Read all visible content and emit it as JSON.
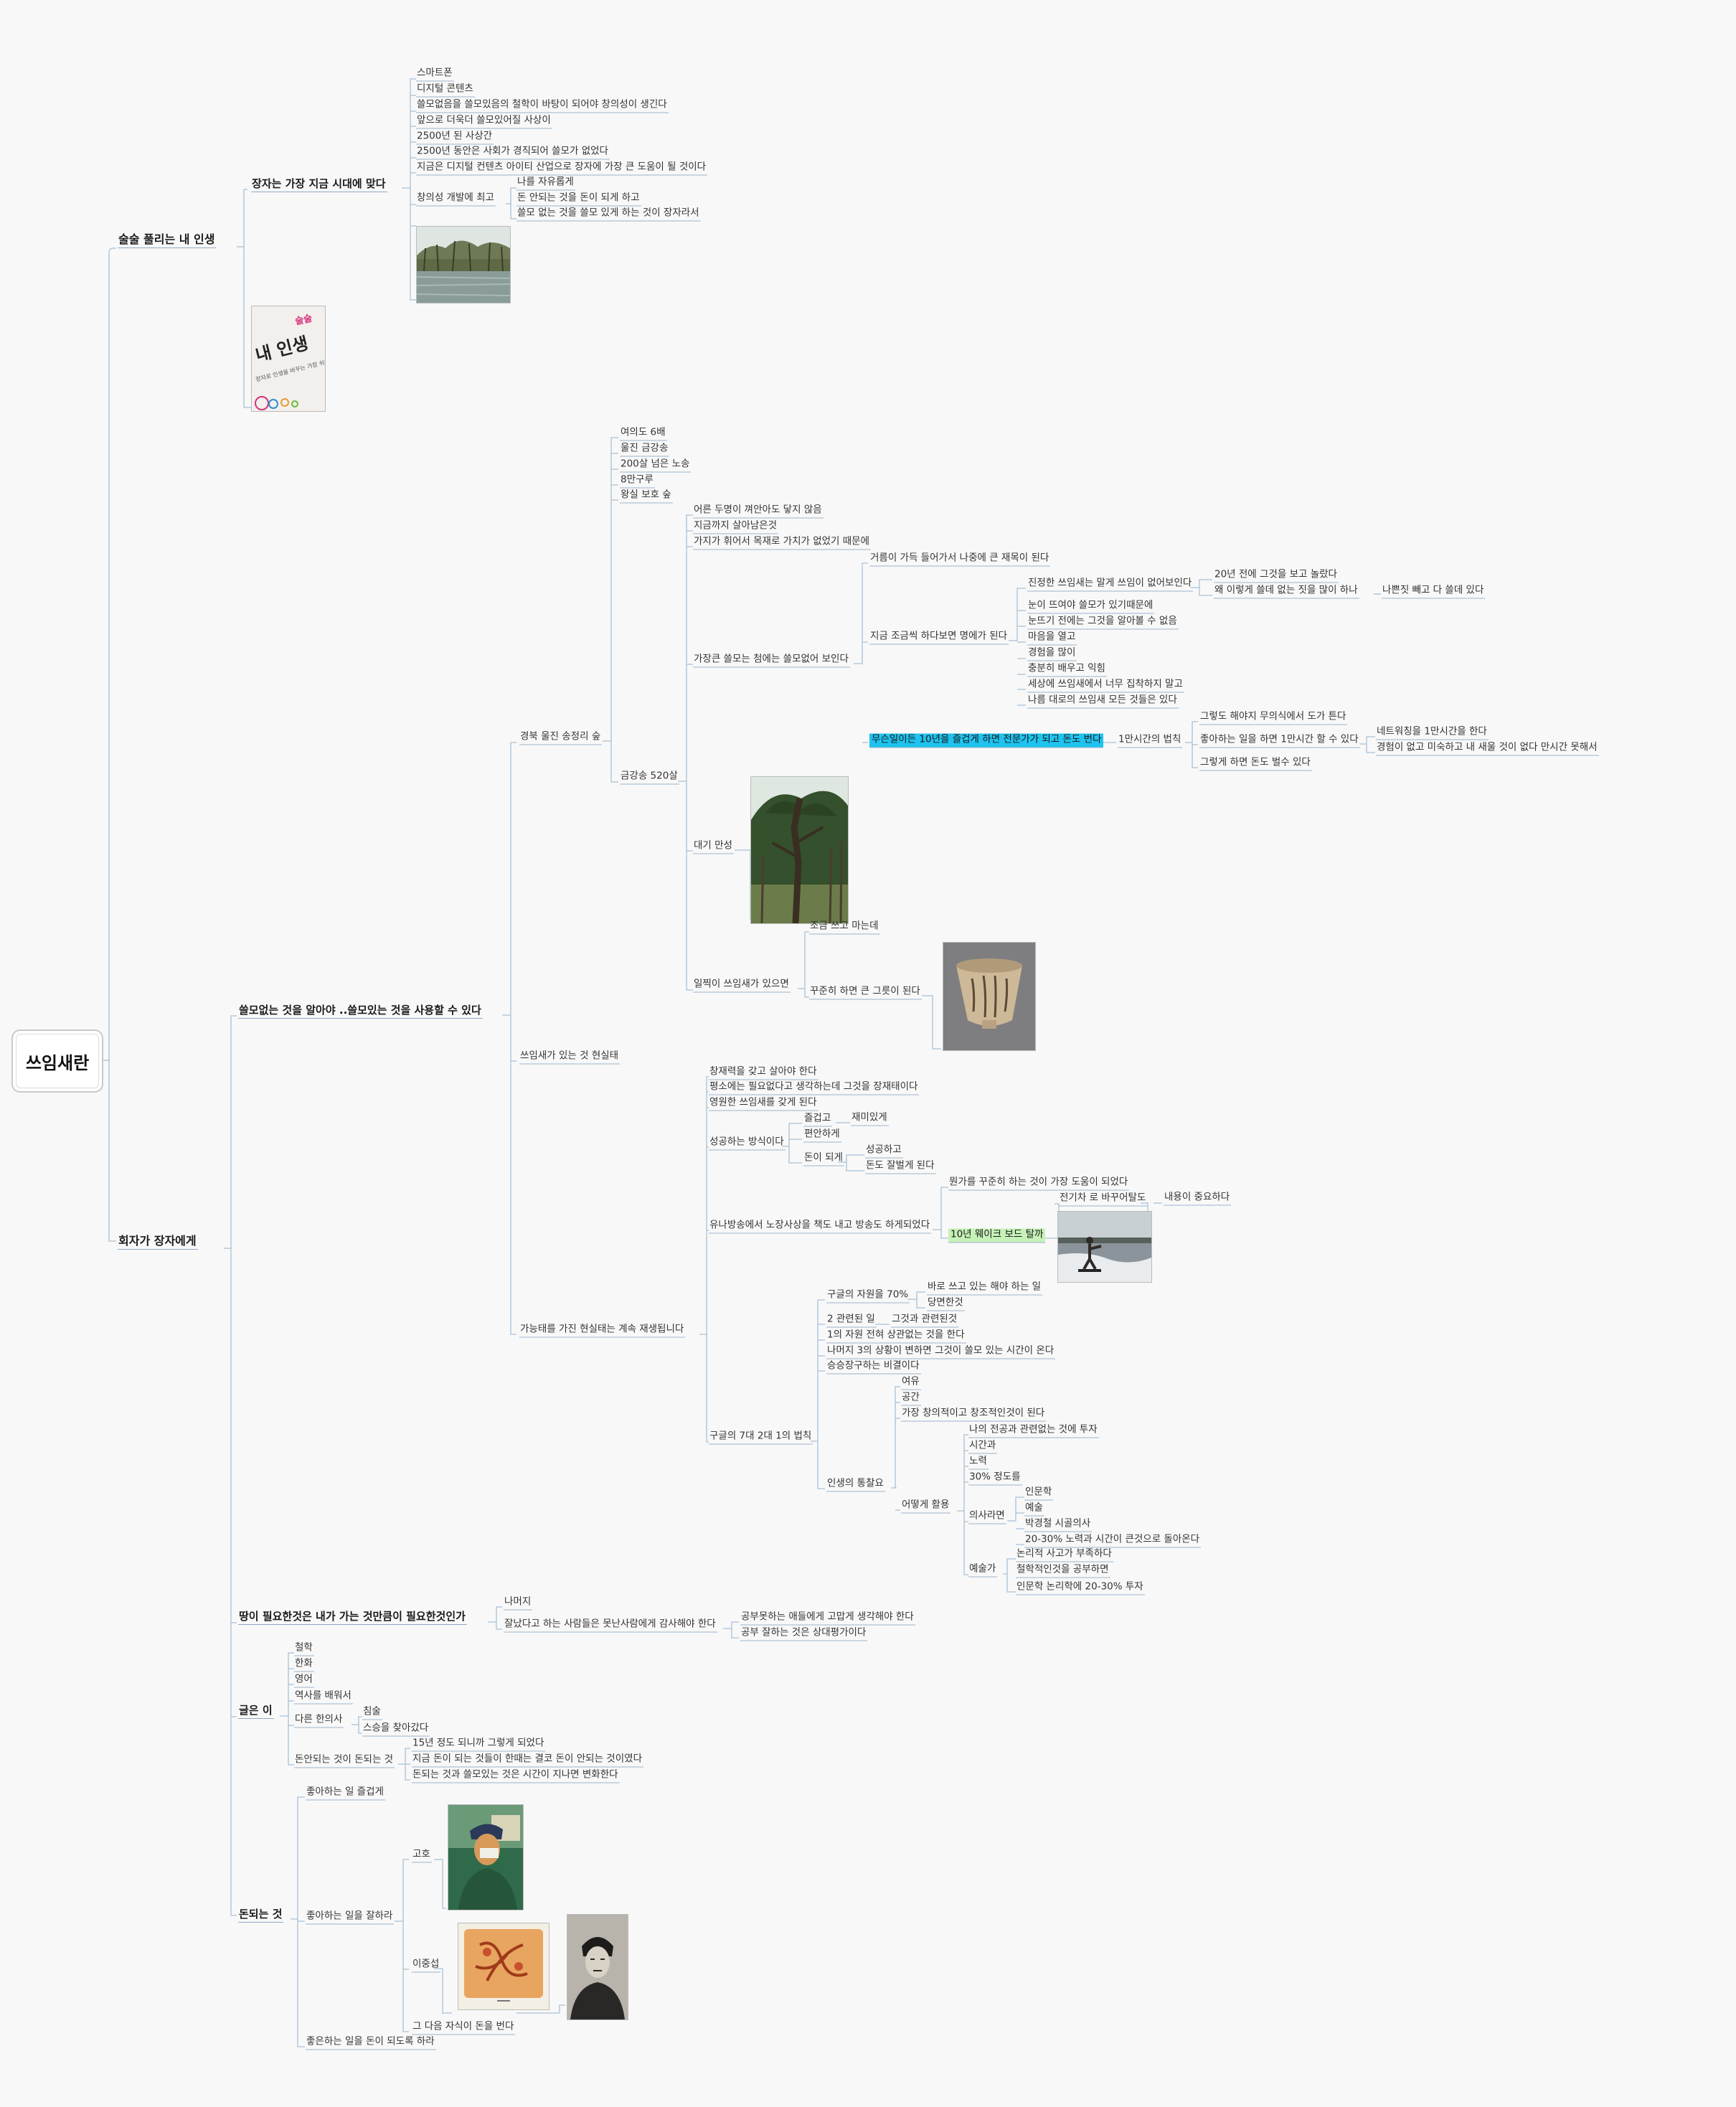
{
  "root": {
    "title": "쓰임새란"
  },
  "branch1": {
    "title": "술술 풀리는 내 인생",
    "child": "장자는 가장 지금 시대에 맞다",
    "items": [
      "스마트폰",
      "디지털 콘텐츠",
      "쓸모없음을 쓸모있음의 철학이 바탕이 되어야 창의성이 생긴다",
      "앞으로 더욱더 쓸모있어질 사상이",
      "2500년 된 사상간",
      "2500년 동안은 사회가 경직되어 쓸모가 없었다",
      "지금은 디지털 컨텐츠 아이티 산업으로 장자에 가장 큰 도움이 될 것이다",
      "창의성 개발에 최고"
    ],
    "creativity_items": [
      "나를 자유롭게",
      "돈 안되는 것을 돈이 되게 하고",
      "쓸모 없는 것을 쓸모 있게 하는 것이 장자라서"
    ],
    "book_cover": {
      "small_top": "술술",
      "big": "내 인생",
      "sub": "장자로 인생을 바꾸는 가장 쉬운"
    }
  },
  "branch2": {
    "title": "회자가 장자에게",
    "sub1": {
      "title": "쓸모없는 것을 알아야 ..쓸모있는 것을 사용할 수 있다",
      "forest": {
        "title": "경북 울진 송정리 숲",
        "items": [
          "여의도 6배",
          "울진 금강송",
          "200살 넘은 노송",
          "8만구루",
          "왕실 보호 숲"
        ],
        "pine": {
          "title": "금강송 520살",
          "items": [
            "어른 두명이 껴안아도 닿지 않음",
            "지금까지 살아남은것",
            "가지가 휘어서 목재로 가치가 없었기 때문에"
          ],
          "useless": {
            "title": "가장큰 쓸모는 첨에는 쓸모없어 보인다",
            "compost": "거름이 가득 들어가서 나중에 큰 재목이 된다",
            "slow": {
              "title": "지금 조금씩 하다보면 명에가 된다",
              "items": [
                "진정한 쓰임새는 말게 쓰임이 없어보인다",
                "눈이 뜨여야 쓸모가 있기때문에",
                "눈뜨기 전에는 그것을 알아볼 수 없음",
                "마음을 열고",
                "경험을 많이",
                "충분히 배우고 익힘",
                "세상에 쓰임새에서 너무 집착하지 말고",
                "나름 대로의 쓰임새 모든 것들은 있다"
              ],
              "sub_items": [
                "20년 전에 그것을 보고 놀랐다",
                "왜 이렇게 쓸데 없는 짓을 많이 하나"
              ],
              "far": "나쁜짓 빼고 다 쓸데 있다"
            },
            "ten_years": {
              "title": "무슨일이든 10년을 즐겁게 하면 전문가가 되고 돈도 번다",
              "rule": "1만시간의 법칙",
              "items": [
                "그렇도 해야지 무의식에서 도가 튼다",
                "좋아하는 일을 하면 1만시간 할 수 있다",
                "그렇게 하면 돈도 벌수 있다"
              ],
              "sub_items": [
                "네트워칭을 1만시간을 한다",
                "경험이 없고 미숙하고 내 새울 것이 없다 만시간 못해서"
              ]
            },
            "tree_label": "대기 만성"
          },
          "pot": {
            "title": "일찍이 쓰임새가 있으면",
            "items": [
              "조금 쓰고 마는데",
              "꾸준히 하면 큰 그릇이 된다"
            ]
          }
        }
      },
      "reality": "쓰임새가 있는 것 현실태",
      "potential": {
        "title": "가능태를 가진 현실태는 계속 재생됩니다",
        "items": [
          "창재력을 갖고 살아야 한다",
          "평소에는 필요없다고 생각하는데 그것을 장재태이다",
          "영원한 쓰임새를 갖게 된다"
        ],
        "success": {
          "title": "성공하는 방식이다",
          "items": [
            "즐겁고",
            "편안하게",
            "돈이 되게"
          ],
          "fun": "재미있게",
          "money_items": [
            "성공하고",
            "돈도 잘벌게 된다"
          ]
        },
        "broadcast": {
          "title": "유나방송에서 노장사상을 책도 내고 방송도 하게되었다",
          "item1": "뭔가를 꾸준히 하는 것이 가장 도움이 되었다",
          "wake": "10년 웨이크 보드 탈까",
          "channel": "전기차 로 바꾸어탈도",
          "content": "내용이 중요하다"
        },
        "google": {
          "title": "구글의 7대 2대 1의 법칙",
          "items": [
            "구글의 자원을 70%",
            "2 관련된 일",
            "1의 자원 전혀 상관없는 것을 한다",
            "나머지 3의 상황이 변하면 그것이 쓸모 있는 시간이 온다",
            "승승장구하는 비결이다"
          ],
          "res70_items": [
            "바로 쓰고 있는 해야 하는 일",
            "당면한것"
          ],
          "related": "그것과 관련된것",
          "human": {
            "title": "인생의 통찰요",
            "items": [
              "여유",
              "공간",
              "가장 창의적이고 창조적인것이 된다"
            ],
            "how": {
              "title": "어떻게 활용",
              "items": [
                "나의 전공과 관련없는 것에 투자",
                "시간과",
                "노력",
                "30% 정도를"
              ],
              "doctor": {
                "title": "의사라면",
                "items": [
                  "인문학",
                  "예술",
                  "박경철 시골의사",
                  "20-30% 노력과 시간이 큰것으로 돌아온다"
                ]
              },
              "artist": {
                "title": "예술가",
                "items": [
                  "논리적 사고가 부족하다",
                  "철학적인것을 공부하면",
                  "인문학 논리학에 20-30% 투자"
                ]
              }
            }
          }
        }
      }
    },
    "road": {
      "title": "땅이 필요한것은 내가 가는 것만큼이 필요한것인가",
      "items": [
        "나머지",
        "잘났다고 하는 사람들은 못난사람에게 감사해야 한다"
      ],
      "sub_items": [
        "공부못하는 애들에게 고맙게 생각해야 한다",
        "공부 잘하는 것은 상대평가이다"
      ]
    },
    "writer": {
      "title": "글은 이",
      "items": [
        "철학",
        "한화",
        "영어",
        "역사를 배워서",
        "다른 한의사",
        "돈안되는 것이 돈되는 것"
      ],
      "doctor_items": [
        "침술",
        "스승을 찾아갔다"
      ],
      "money_items": [
        "15년 정도 되니까 그렇게 되었다",
        "지금 돈이 되는 것들이 한때는 결코 돈이 안되는 것이였다",
        "돈되는 것과 쓸모있는 것은 시간이 지나면 변화한다"
      ]
    },
    "money": {
      "title": "돈되는 것",
      "items": [
        "좋아하는 일 즐겁게",
        "좋아하는 일을 잘하라",
        "좋은하는 일을 돈이 되도록 하라"
      ],
      "gogh": "고호",
      "lee": "이중섭",
      "next": "그 다음 자식이 돈을 번다"
    }
  }
}
